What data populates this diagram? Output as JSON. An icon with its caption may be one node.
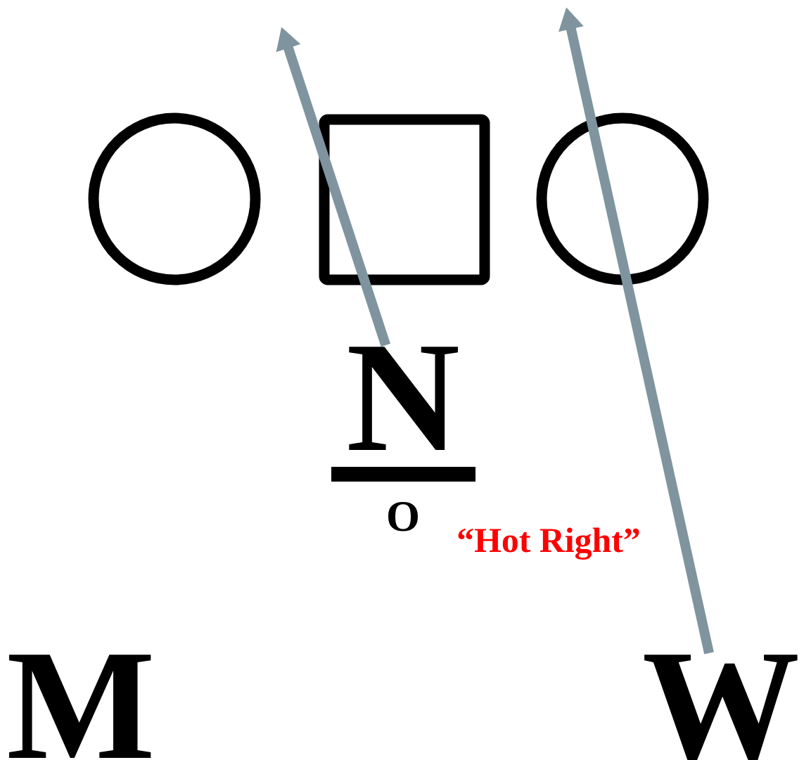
{
  "diagram": {
    "nodes": [
      {
        "text": [],
        "shape": "circle"
      },
      {
        "text": [],
        "shape": "box"
      },
      {
        "text": [],
        "shape": "circle"
      },
      {
        "text": [
          "N"
        ]
      },
      {
        "text": [
          "M"
        ]
      },
      {
        "text": [
          "W"
        ]
      }
    ],
    "edges": [
      {
        "from": 3,
        "to": null,
        "arrow": "to"
      },
      {
        "from": 5,
        "to": null,
        "arrow": "to"
      }
    ],
    "labels": [
      "O",
      "“Hot Right”"
    ]
  }
}
